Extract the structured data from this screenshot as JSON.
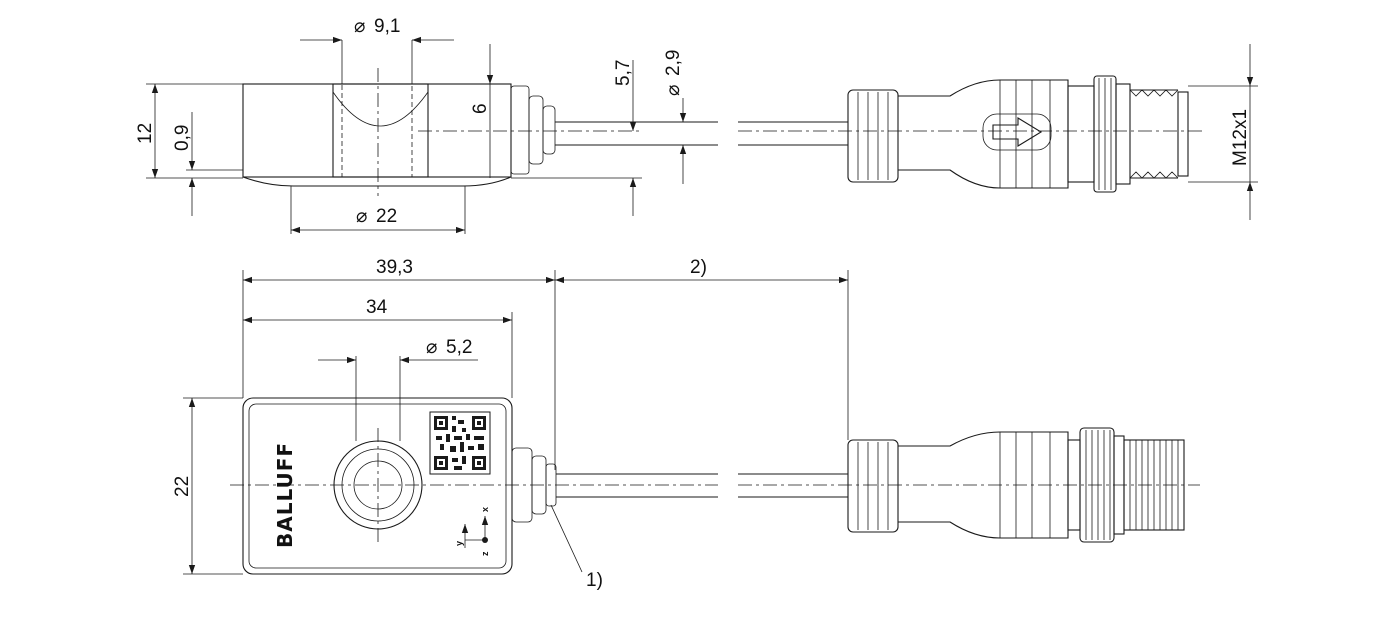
{
  "dimensions": {
    "d9_1": "9,1",
    "d2_9": "2,9",
    "d22": "22",
    "h12": "12",
    "h0_9": "0,9",
    "h6": "6",
    "h5_7": "5,7",
    "thread": "M12x1",
    "len39_3": "39,3",
    "len34": "34",
    "note2": "2)",
    "d5_2": "5,2",
    "w22": "22",
    "note1": "1)"
  },
  "diameter_symbol": "⌀",
  "brand": "BALLUFF",
  "axes": {
    "x": "x",
    "y": "y",
    "z": "z"
  }
}
